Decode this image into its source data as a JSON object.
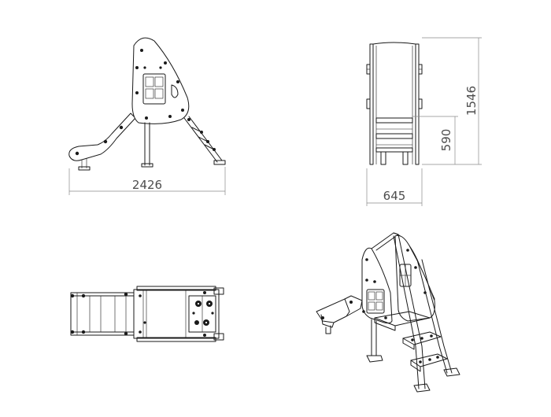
{
  "dimensions": {
    "side_length": "2426",
    "front_width": "645",
    "total_height": "1546",
    "platform_height": "590"
  },
  "colors": {
    "line": "#1a1a1a",
    "dimension_line": "#8a8a8a",
    "dimension_text": "#4d4d4d",
    "background": "#ffffff"
  },
  "views": [
    "side-view",
    "front-view",
    "top-view",
    "isometric-view"
  ]
}
